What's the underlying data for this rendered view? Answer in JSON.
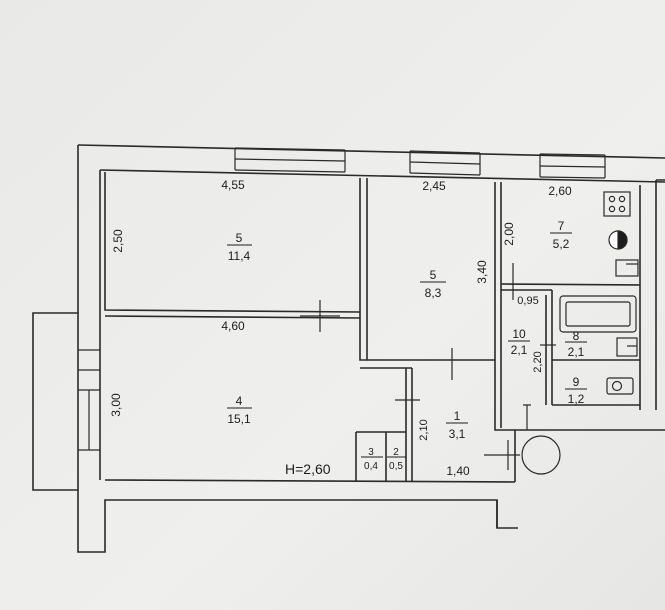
{
  "plan": {
    "height_label": "H=2,60",
    "rooms": [
      {
        "number": "5",
        "area": "11,4"
      },
      {
        "number": "5",
        "area": "8,3"
      },
      {
        "number": "7",
        "area": "5,2"
      },
      {
        "number": "4",
        "area": "15,1"
      },
      {
        "number": "1",
        "area": "3,1"
      },
      {
        "number": "10",
        "area": "2,1"
      },
      {
        "number": "8",
        "area": "2,1"
      },
      {
        "number": "9",
        "area": "1,2"
      },
      {
        "number": "3",
        "area": "0,4"
      },
      {
        "number": "2",
        "area": "0,5"
      }
    ],
    "dimensions": [
      "4,55",
      "2,50",
      "2,45",
      "3,40",
      "2,60",
      "2,00",
      "0,95",
      "4,60",
      "3,00",
      "2,20",
      "2,10",
      "1,40"
    ]
  }
}
